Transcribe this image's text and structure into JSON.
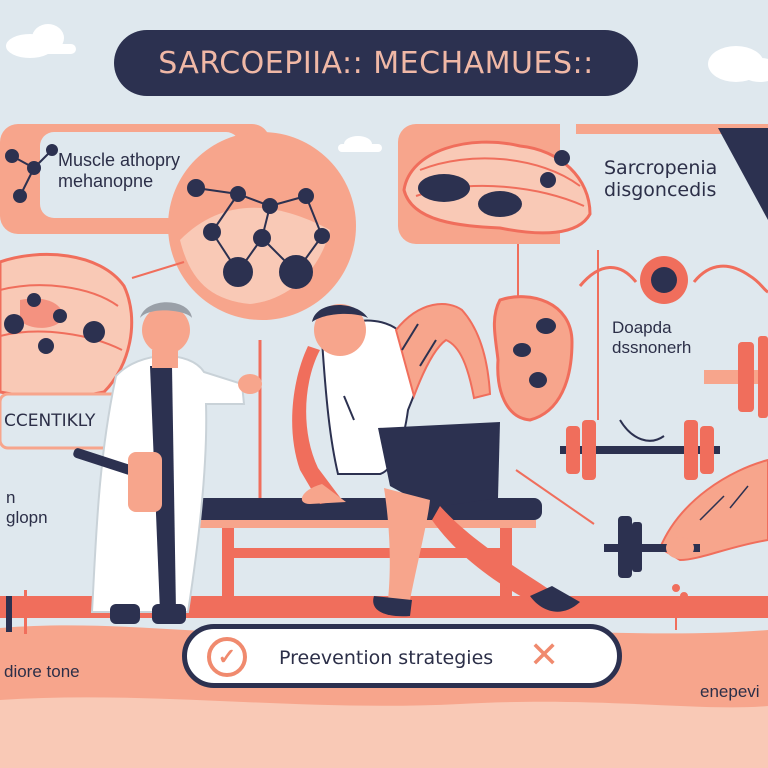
{
  "title": "SARCOEPIIA:: MECHAMUES::",
  "labels": {
    "muscle_atrophy": "Muscle athopry\nmehanopne",
    "sarcopenia_diag": "Sarcropenia\ndisgoncedis",
    "doapda": "Doapda\ndssnonerh",
    "eccentric": "CCENTIKLY",
    "gdn": "n\nglopn",
    "restore_tone": "diore tone",
    "enepevi": "enepevi"
  },
  "prevention": {
    "label": "Preevention strategies",
    "check_icon": "check-icon",
    "x_icon": "x-icon"
  },
  "colors": {
    "background": "#dfe8ee",
    "navy": "#2c3150",
    "coral": "#f08a6e",
    "salmon": "#f7a58c",
    "peach": "#f9c9b6",
    "floor": "#f06e5c"
  }
}
